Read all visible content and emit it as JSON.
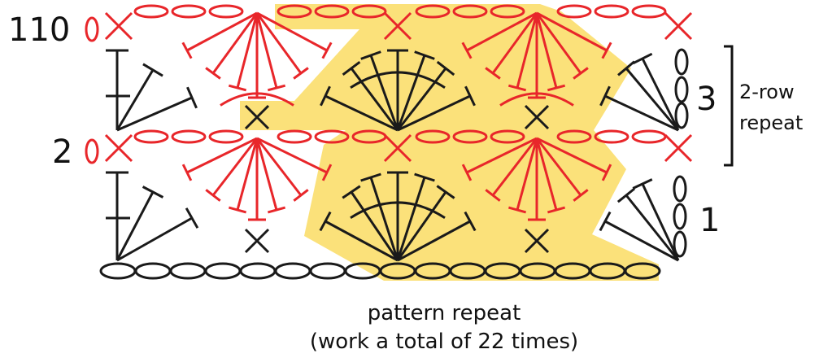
{
  "row_labels": {
    "row_110": "110",
    "row_3": "3",
    "row_2": "2",
    "row_1": "1"
  },
  "bracket_label": {
    "line1": "2-row",
    "line2": "repeat"
  },
  "caption": {
    "line1": "pattern repeat",
    "line2": "(work a total of 22 times)"
  },
  "colors": {
    "odd_row": "#1a1a1a",
    "even_row": "#e8262a",
    "highlight": "#fbe17a",
    "text": "#111111"
  },
  "symbols": {
    "chain": "chain-oval",
    "single_crochet": "x-mark",
    "double_crochet": "t-stitch",
    "fan": "shell-fan"
  }
}
